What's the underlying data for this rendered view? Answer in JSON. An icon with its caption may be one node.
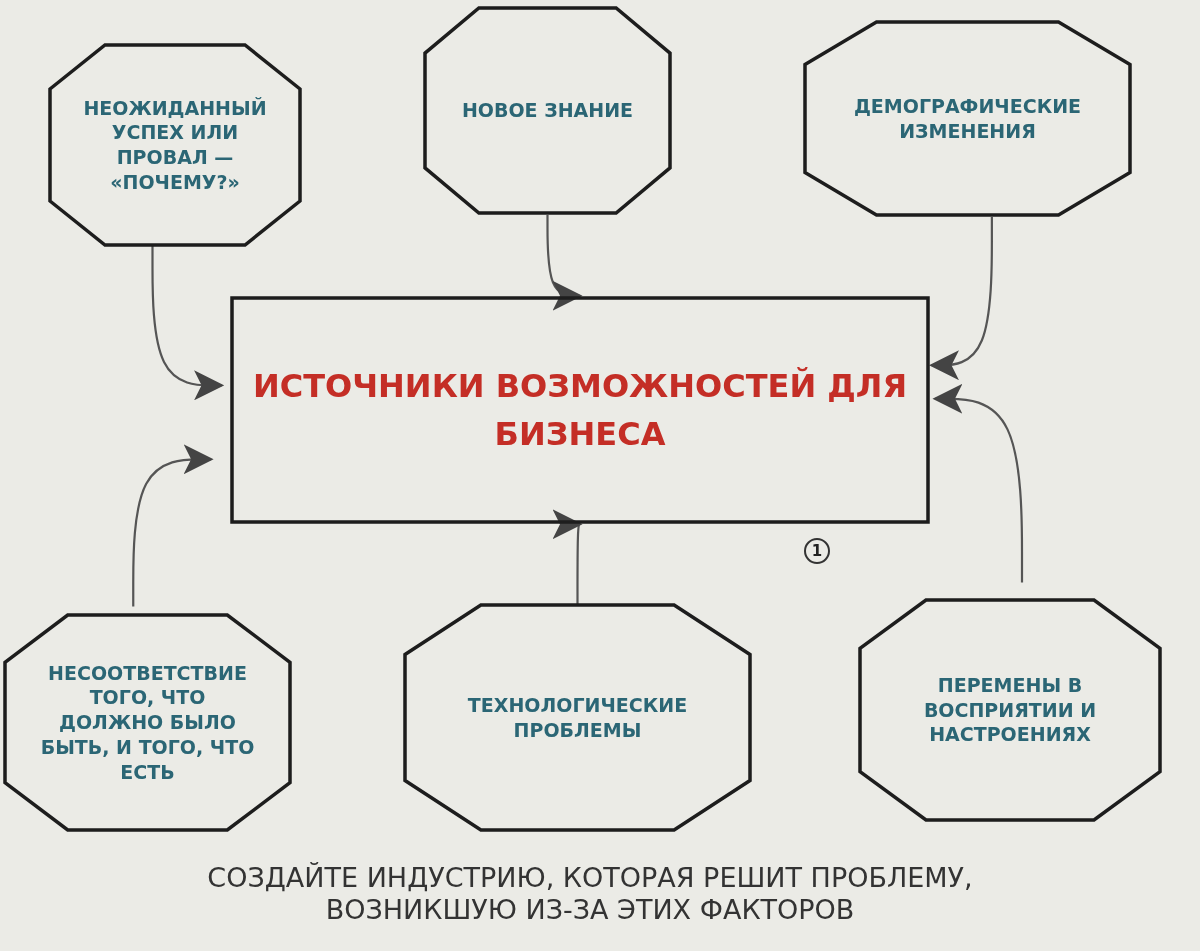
{
  "diagram": {
    "caption": "СОЗДАЙТЕ ИНДУСТРИЮ, КОТОРАЯ РЕШИТ ПРОБЛЕМУ, ВОЗНИКШУЮ ИЗ-ЗА ЭТИХ ФАКТОРОВ",
    "nodes": [
      {
        "text": [
          "НЕОЖИДАННЫЙ УСПЕХ ИЛИ ПРОВАЛ — «ПОЧЕМУ?»"
        ]
      },
      {
        "text": [
          "НОВОЕ ЗНАНИЕ"
        ]
      },
      {
        "text": [
          "ДЕМОГРАФИЧЕСКИЕ ИЗМЕНЕНИЯ"
        ]
      },
      {
        "text": [
          "ИСТОЧНИКИ ВОЗМОЖНОСТЕЙ ДЛЯ БИЗНЕСА"
        ]
      },
      {
        "text": [
          "НЕСООТВЕТСТВИЕ ТОГО, ЧТО ДОЛЖНО БЫЛО БЫТЬ, И ТОГО, ЧТО ЕСТЬ"
        ]
      },
      {
        "text": [
          "ТЕХНОЛОГИЧЕСКИЕ ПРОБЛЕМЫ"
        ]
      },
      {
        "text": [
          "ПЕРЕМЕНЫ В ВОСПРИЯТИИ И НАСТРОЕНИЯХ"
        ]
      }
    ],
    "edges": [
      {
        "from": 0,
        "to": 3,
        "arrow": "to"
      },
      {
        "from": 1,
        "to": 3,
        "arrow": "to"
      },
      {
        "from": 2,
        "to": 3,
        "arrow": "to"
      },
      {
        "from": 4,
        "to": 3,
        "arrow": "to"
      },
      {
        "from": 5,
        "to": 3,
        "arrow": "to"
      },
      {
        "from": 6,
        "to": 3,
        "arrow": "to"
      }
    ],
    "labels": [
      "1"
    ]
  }
}
